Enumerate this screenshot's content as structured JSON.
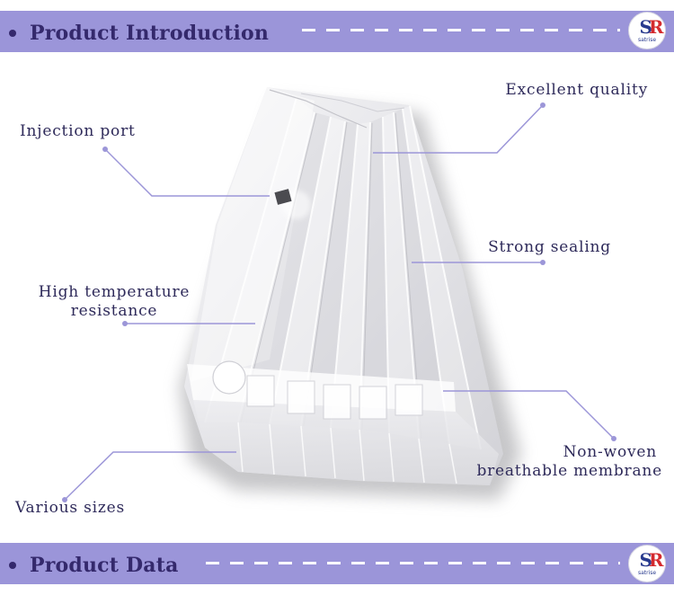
{
  "header": {
    "title": "Product Introduction"
  },
  "footer": {
    "title": "Product Data"
  },
  "logo": {
    "letter_s": "S",
    "letter_r": "R",
    "brand": "satrise"
  },
  "callouts": {
    "injection_port": "Injection port",
    "excellent_quality": "Excellent quality",
    "strong_sealing": "Strong sealing",
    "high_temperature": {
      "line1": "High temperature",
      "line2": "resistance"
    },
    "non_woven": {
      "line1": "Non-woven",
      "line2": "breathable membrane"
    },
    "various_sizes": "Various sizes"
  },
  "icons": {
    "bullet": "bullet-dot-icon",
    "logo": "satrise-logo-icon",
    "divider": "dashed-rule"
  },
  "colors": {
    "banner": "#9b95d9",
    "heading_text": "#34296c",
    "callout_text": "#2e2a5a",
    "leader_line": "#9c96d8",
    "logo_s": "#283a8e",
    "logo_r": "#d42a2e"
  }
}
